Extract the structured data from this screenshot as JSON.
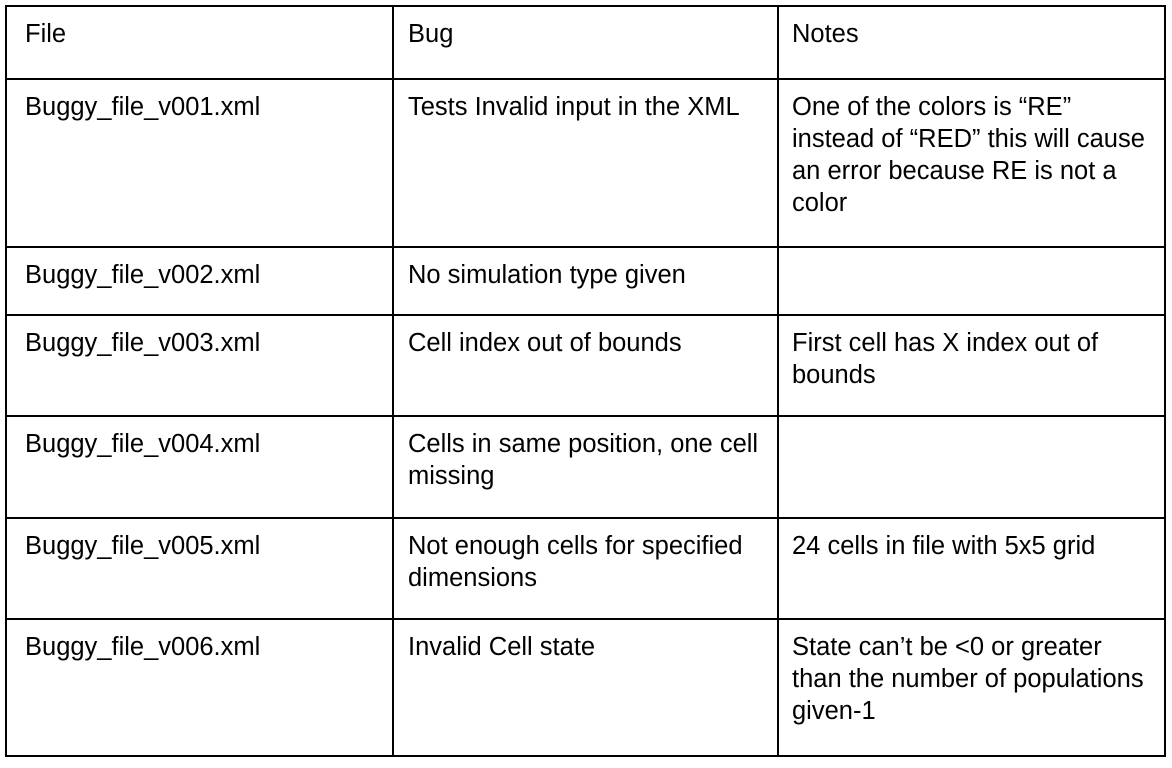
{
  "table": {
    "headers": [
      "File",
      "Bug",
      "Notes"
    ],
    "rows": [
      {
        "file": "Buggy_file_v001.xml",
        "bug": "Tests Invalid input in the XML",
        "notes": "One of the colors is “RE” instead of “RED” this will cause an error because RE is not a color"
      },
      {
        "file": "Buggy_file_v002.xml",
        "bug": "No simulation type given",
        "notes": ""
      },
      {
        "file": "Buggy_file_v003.xml",
        "bug": "Cell index out of bounds",
        "notes": "First cell has X index out of bounds"
      },
      {
        "file": "Buggy_file_v004.xml",
        "bug": "Cells in same position, one cell missing",
        "notes": ""
      },
      {
        "file": "Buggy_file_v005.xml",
        "bug": "Not enough cells for specified dimensions",
        "notes": "24 cells in file with 5x5 grid"
      },
      {
        "file": "Buggy_file_v006.xml",
        "bug": "Invalid Cell state",
        "notes": "State can’t be <0 or greater than the number of populations given-1"
      }
    ]
  }
}
